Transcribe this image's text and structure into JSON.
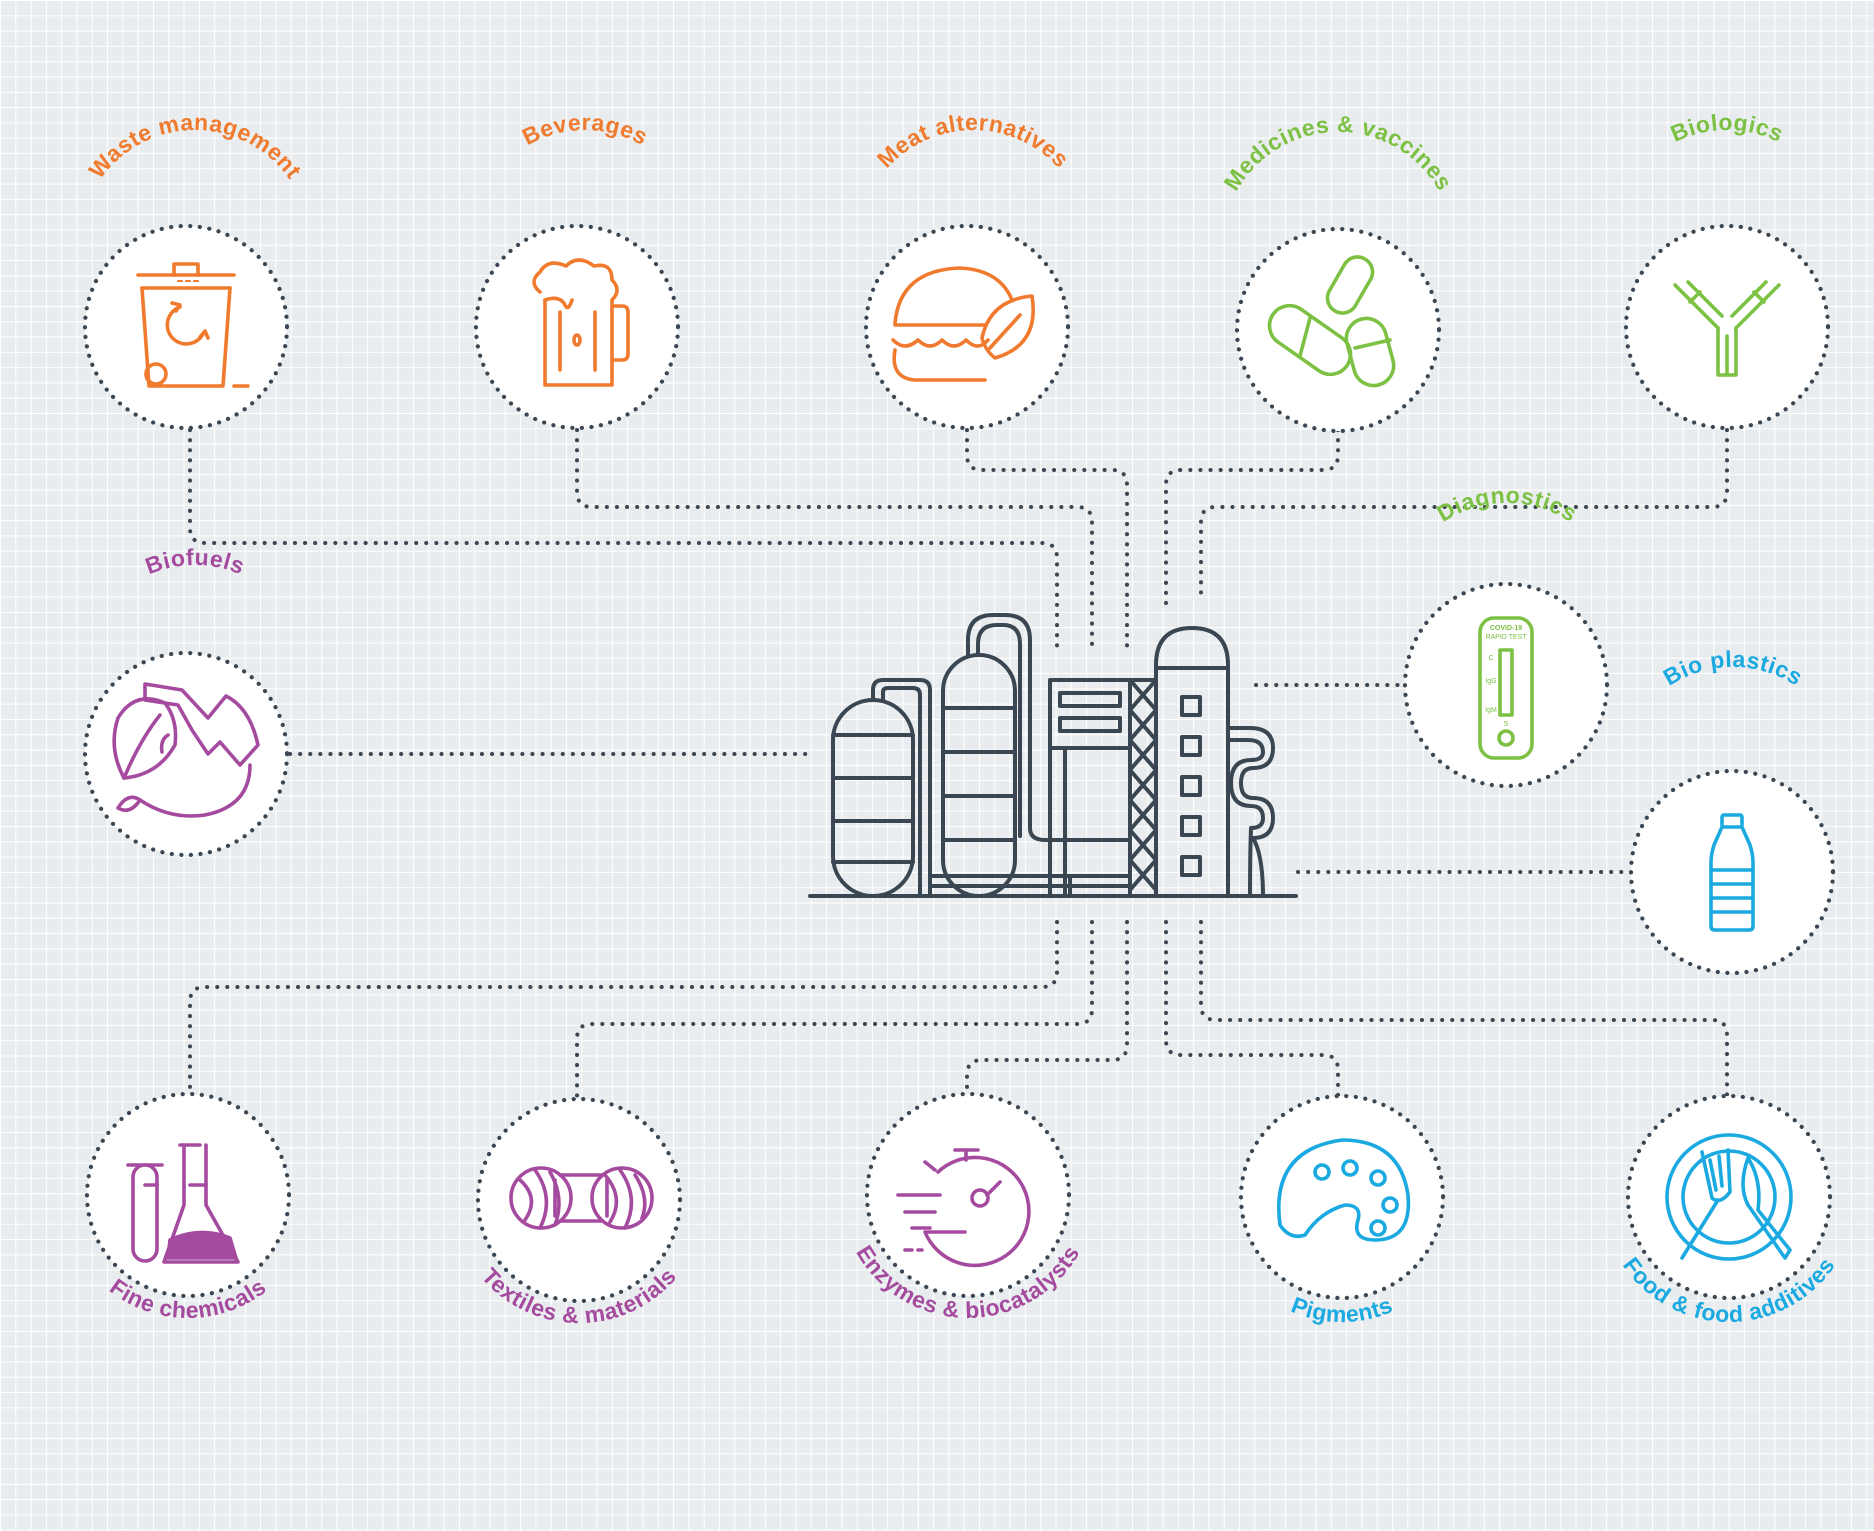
{
  "colors": {
    "orange": "#f07a2d",
    "green": "#7cc143",
    "purple": "#a54b9f",
    "blue": "#1aa9e0",
    "line": "#3a4753",
    "background": "#e8ecee"
  },
  "center": {
    "icon": "biorefinery-factory-icon"
  },
  "nodes": [
    {
      "id": "waste-management",
      "label": "Waste management",
      "icon": "waste-bin-recycle-icon",
      "color": "orange"
    },
    {
      "id": "beverages",
      "label": "Beverages",
      "icon": "beer-mug-icon",
      "color": "orange"
    },
    {
      "id": "meat-alternatives",
      "label": "Meat alternatives",
      "icon": "burger-leaf-icon",
      "color": "orange"
    },
    {
      "id": "medicines-vaccines",
      "label": "Medicines & vaccines",
      "icon": "capsules-icon",
      "color": "green"
    },
    {
      "id": "biologics",
      "label": "Biologics",
      "icon": "antibody-icon",
      "color": "green"
    },
    {
      "id": "diagnostics",
      "label": "Diagnostics",
      "icon": "rapid-test-icon",
      "color": "green",
      "test_text": [
        "COVID-19",
        "RAPID TEST",
        "C",
        "IgG",
        "IgM",
        "S"
      ]
    },
    {
      "id": "biofuels",
      "label": "Biofuels",
      "icon": "fuel-nozzle-leaf-icon",
      "color": "purple"
    },
    {
      "id": "bio-plastics",
      "label": "Bio plastics",
      "icon": "plastic-bottle-icon",
      "color": "blue"
    },
    {
      "id": "fine-chemicals",
      "label": "Fine chemicals",
      "icon": "flask-test-tube-icon",
      "color": "purple"
    },
    {
      "id": "textiles-materials",
      "label": "Textiles & materials",
      "icon": "yarn-icon",
      "color": "purple"
    },
    {
      "id": "enzymes-biocatalysts",
      "label": "Enzymes & biocatalysts",
      "icon": "stopwatch-icon",
      "color": "purple"
    },
    {
      "id": "pigments",
      "label": "Pigments",
      "icon": "paint-palette-icon",
      "color": "blue"
    },
    {
      "id": "food-additives",
      "label": "Food & food additives",
      "icon": "plate-fork-knife-icon",
      "color": "blue"
    }
  ]
}
